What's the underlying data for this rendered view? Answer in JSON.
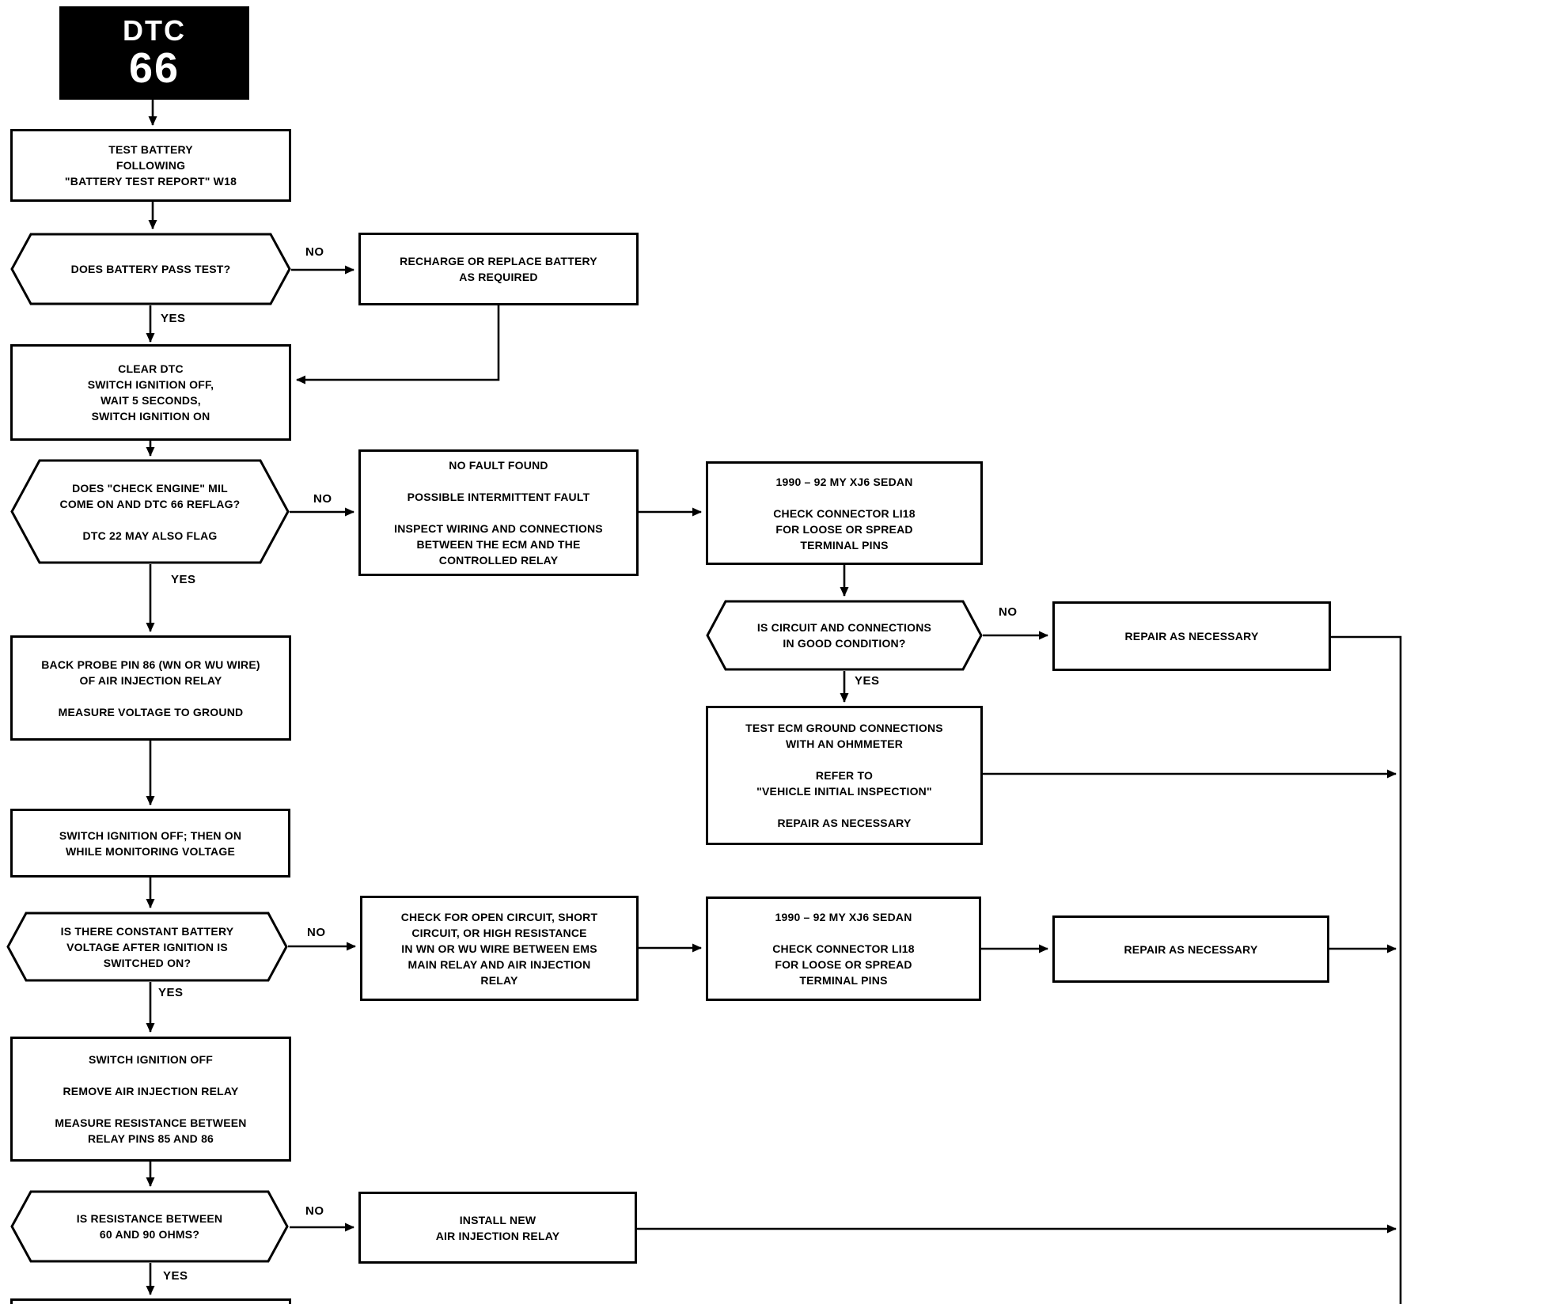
{
  "page": {
    "background": "#ffffff",
    "ink": "#000000"
  },
  "badge": {
    "code_label": "DTC",
    "code_number": "66"
  },
  "edge_labels": {
    "yes": "YES",
    "no": "NO"
  },
  "nodes": {
    "test_battery": {
      "lines": [
        "TEST BATTERY",
        "FOLLOWING",
        "\"BATTERY TEST REPORT\" W18"
      ]
    },
    "battery_pass": {
      "lines": [
        "DOES BATTERY PASS TEST?"
      ]
    },
    "recharge": {
      "lines": [
        "RECHARGE OR REPLACE BATTERY",
        "AS REQUIRED"
      ]
    },
    "clear_dtc": {
      "lines": [
        "CLEAR DTC",
        "SWITCH IGNITION OFF,",
        "WAIT 5 SECONDS,",
        "SWITCH IGNITION ON"
      ]
    },
    "check_engine": {
      "lines": [
        "DOES \"CHECK ENGINE\" MIL",
        "COME ON AND DTC 66 REFLAG?",
        "",
        "DTC 22 MAY ALSO FLAG"
      ]
    },
    "no_fault": {
      "lines": [
        "NO FAULT FOUND",
        "",
        "POSSIBLE INTERMITTENT FAULT",
        "",
        "INSPECT WIRING AND CONNECTIONS",
        "BETWEEN THE ECM AND THE",
        "CONTROLLED RELAY"
      ]
    },
    "xj6_sedan_1": {
      "lines": [
        "1990 – 92 MY XJ6 SEDAN",
        "",
        "CHECK CONNECTOR LI18",
        "FOR LOOSE OR SPREAD",
        "TERMINAL PINS"
      ]
    },
    "circuit_ok": {
      "lines": [
        "IS CIRCUIT AND CONNECTIONS",
        "IN GOOD CONDITION?"
      ]
    },
    "repair_1": {
      "lines": [
        "REPAIR AS NECESSARY"
      ]
    },
    "test_ecm": {
      "lines": [
        "TEST ECM GROUND CONNECTIONS",
        "WITH AN OHMMETER",
        "",
        "REFER TO",
        "\"VEHICLE INITIAL INSPECTION\"",
        "",
        "REPAIR AS NECESSARY"
      ]
    },
    "back_probe": {
      "lines": [
        "BACK PROBE PIN 86 (WN OR WU WIRE)",
        "OF AIR INJECTION RELAY",
        "",
        "MEASURE VOLTAGE TO GROUND"
      ]
    },
    "switch_monitor": {
      "lines": [
        "SWITCH IGNITION OFF; THEN ON",
        "WHILE MONITORING VOLTAGE"
      ]
    },
    "constant_voltage": {
      "lines": [
        "IS THERE CONSTANT BATTERY",
        "VOLTAGE AFTER IGNITION IS",
        "SWITCHED ON?"
      ]
    },
    "check_open": {
      "lines": [
        "CHECK FOR OPEN CIRCUIT, SHORT",
        "CIRCUIT, OR HIGH RESISTANCE",
        "IN WN OR WU WIRE BETWEEN EMS",
        "MAIN RELAY AND AIR INJECTION",
        "RELAY"
      ]
    },
    "xj6_sedan_2": {
      "lines": [
        "1990 – 92 MY XJ6 SEDAN",
        "",
        "CHECK CONNECTOR LI18",
        "FOR LOOSE OR SPREAD",
        "TERMINAL PINS"
      ]
    },
    "repair_2": {
      "lines": [
        "REPAIR AS NECESSARY"
      ]
    },
    "switch_remove": {
      "lines": [
        "SWITCH IGNITION OFF",
        "",
        "REMOVE AIR INJECTION RELAY",
        "",
        "MEASURE RESISTANCE BETWEEN",
        "RELAY PINS 85 AND 86"
      ]
    },
    "resistance": {
      "lines": [
        "IS RESISTANCE BETWEEN",
        "60 AND 90 OHMS?"
      ]
    },
    "install_new": {
      "lines": [
        "INSTALL NEW",
        "AIR INJECTION RELAY"
      ]
    }
  }
}
